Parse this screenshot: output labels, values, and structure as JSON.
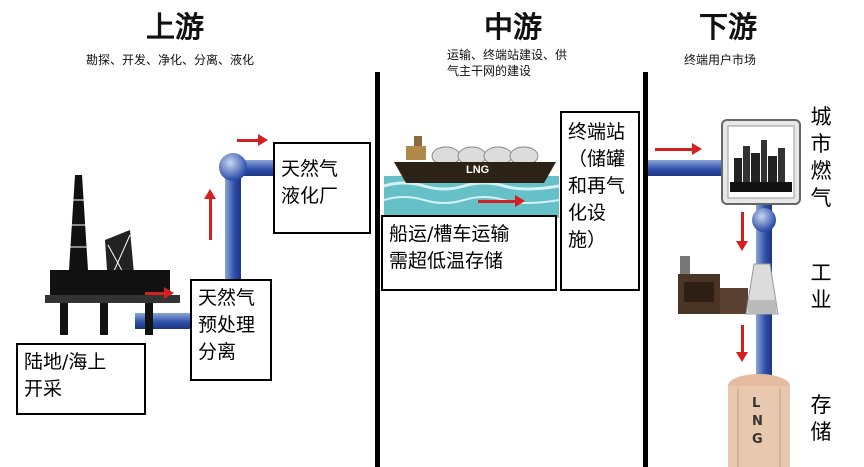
{
  "stages": {
    "upstream": {
      "title": "上游",
      "subtitle": "勘探、开发、净化、分离、液化"
    },
    "midstream": {
      "title": "中游",
      "subtitle_line1": "运输、终端站建设、供",
      "subtitle_line2": "气主干网的建设"
    },
    "downstream": {
      "title": "下游",
      "subtitle": "终端用户市场"
    }
  },
  "boxes": {
    "extraction": {
      "line1": "陆地/海上",
      "line2": "开采"
    },
    "pretreatment": {
      "line1": "天然气",
      "line2": "预处理",
      "line3": "分离"
    },
    "liquefaction": {
      "line1": "天然气",
      "line2": "液化厂"
    },
    "transport": {
      "line1": "船运/槽车运输",
      "line2": "需超低温存储"
    },
    "terminal": {
      "line1": "终端站",
      "line2": "（储罐",
      "line3": "和再气",
      "line4": "化设",
      "line5": "施）"
    }
  },
  "ship_label": "LNG",
  "tank_letters": [
    "L",
    "N",
    "G"
  ],
  "end_uses": {
    "city_gas": [
      "城",
      "市",
      "燃",
      "气"
    ],
    "industry": [
      "工",
      "业"
    ],
    "storage": [
      "存",
      "储"
    ]
  },
  "colors": {
    "pipe": "#2c4da8",
    "arrow": "#d42020",
    "sea": "#66c0c8",
    "ship_hull": "#2c2316"
  }
}
